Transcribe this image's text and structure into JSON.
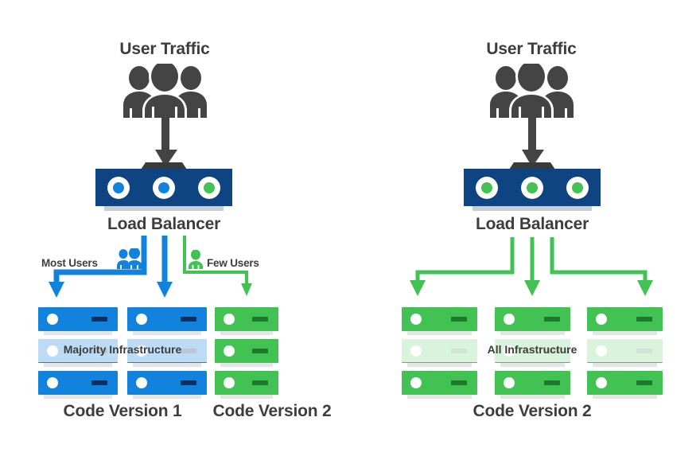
{
  "diagram": {
    "type": "deployment-strategy-comparison",
    "background_color": "#ffffff",
    "colors": {
      "navy": "#0e4481",
      "blue": "#1183dc",
      "green": "#43c254",
      "dark_green": "#1d7a2c",
      "dark_gray": "#3d3d3d",
      "shadow_gray": "#e3e5e7"
    }
  },
  "panels": [
    {
      "id": "canary-phase",
      "user_traffic_label": "User Traffic",
      "users_icon": "people-group-icon",
      "traffic_arrow_icon": "arrow-down-icon",
      "load_balancer": {
        "label": "Load Balancer",
        "indicators": [
          "blue",
          "blue",
          "green"
        ]
      },
      "branches": [
        {
          "id": "most-users",
          "label": "Most Users",
          "icon": "two-users-icon",
          "color": "blue"
        },
        {
          "id": "straight",
          "label": "",
          "icon": "",
          "color": "blue"
        },
        {
          "id": "few-users",
          "label": "Few Users",
          "icon": "one-user-icon",
          "color": "green"
        }
      ],
      "racks": [
        {
          "id": "rack-1",
          "color": "blue",
          "servers": 3,
          "middle_vent": "solid"
        },
        {
          "id": "rack-2",
          "color": "blue",
          "servers": 3,
          "middle_vent": "solid"
        },
        {
          "id": "rack-3",
          "color": "green",
          "servers": 3,
          "middle_vent": "dotted"
        }
      ],
      "overlay_band_label": "Majority Infrastructure",
      "version_labels": [
        "Code Version 1",
        "Code Version 2"
      ]
    },
    {
      "id": "full-rollout",
      "user_traffic_label": "User Traffic",
      "users_icon": "people-group-icon",
      "traffic_arrow_icon": "arrow-down-icon",
      "load_balancer": {
        "label": "Load Balancer",
        "indicators": [
          "green",
          "green",
          "green"
        ]
      },
      "branches": [
        {
          "id": "left",
          "label": "",
          "icon": "",
          "color": "green"
        },
        {
          "id": "center",
          "label": "",
          "icon": "",
          "color": "green"
        },
        {
          "id": "right",
          "label": "",
          "icon": "",
          "color": "green"
        }
      ],
      "racks": [
        {
          "id": "rack-1",
          "color": "green",
          "servers": 3,
          "middle_vent": "solid"
        },
        {
          "id": "rack-2",
          "color": "green",
          "servers": 3,
          "middle_vent": "solid"
        },
        {
          "id": "rack-3",
          "color": "green",
          "servers": 3,
          "middle_vent": "solid"
        }
      ],
      "overlay_band_label": "All Infrastructure",
      "version_labels": [
        "Code Version 2"
      ]
    }
  ]
}
